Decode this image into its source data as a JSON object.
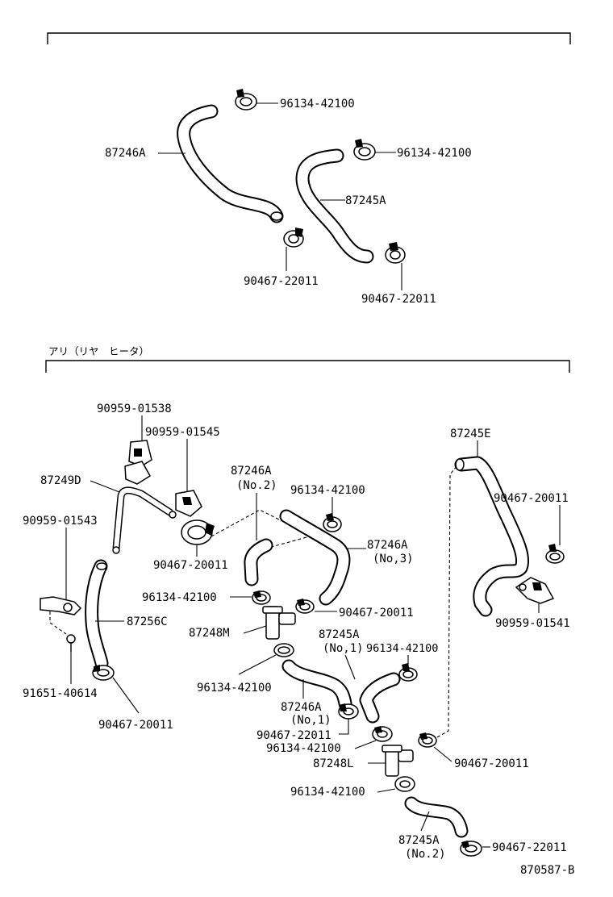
{
  "sections": {
    "lower_header": "アリ（リヤ　ヒータ）"
  },
  "labels": {
    "top_96134_a": "96134-42100",
    "top_87246A": "87246A",
    "top_96134_b": "96134-42100",
    "top_87245A": "87245A",
    "top_90467_a": "90467-22011",
    "top_90467_b": "90467-22011",
    "l_90959_01538": "90959-01538",
    "l_90959_01545": "90959-01545",
    "l_87249D": "87249D",
    "l_87246A_no2": "87246A",
    "l_87246A_no2_sub": "(No.2)",
    "l_96134_1": "96134-42100",
    "l_90959_01543": "90959-01543",
    "l_90467_20011_a": "90467-20011",
    "l_87246A_no3": "87246A",
    "l_87246A_no3_sub": "(No,3)",
    "l_96134_2": "96134-42100",
    "l_90467_20011_b": "90467-20011",
    "l_87256C": "87256C",
    "l_87248M": "87248M",
    "l_87245A_no1": "87245A",
    "l_87245A_no1_sub": "(No,1)",
    "l_96134_3": "96134-42100",
    "l_96134_4": "96134-42100",
    "l_87246A_no1": "87246A",
    "l_87246A_no1_sub": "(No,1)",
    "l_91651": "91651-40614",
    "l_90467_22011_c": "90467-22011",
    "l_96134_5": "96134-42100",
    "l_90467_20011_c": "90467-20011",
    "l_87248L": "87248L",
    "l_90467_20011_d": "90467-20011",
    "l_96134_6": "96134-42100",
    "l_87245A_no2": "87245A",
    "l_87245A_no2_sub": "(No.2)",
    "l_90467_22011_d": "90467-22011",
    "l_87245E": "87245E",
    "l_90467_20011_e": "90467-20011",
    "l_90959_01541": "90959-01541",
    "drawing_no": "870587-B"
  }
}
